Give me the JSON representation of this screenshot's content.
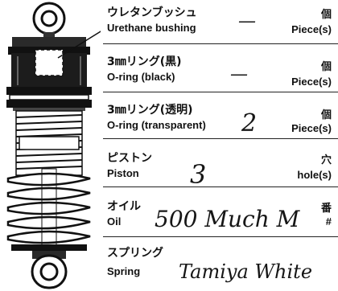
{
  "rows": [
    {
      "jp": "ウレタンブッシュ",
      "en": "Urethane bushing",
      "unit_jp": "個",
      "unit_en": "Piece(s)",
      "value": "—"
    },
    {
      "jp": "3㎜リング(黒)",
      "en": "O-ring (black)",
      "unit_jp": "個",
      "unit_en": "Piece(s)",
      "value": "—"
    },
    {
      "jp": "3㎜リング(透明)",
      "en": "O-ring (transparent)",
      "unit_jp": "個",
      "unit_en": "Piece(s)",
      "value": "2"
    },
    {
      "jp": "ピストン",
      "en": "Piston",
      "unit_jp": "穴",
      "unit_en": "hole(s)",
      "value": "3"
    },
    {
      "jp": "オイル",
      "en": "Oil",
      "unit_jp": "番",
      "unit_en": "#",
      "value": "500 Much M"
    },
    {
      "jp": "スプリング",
      "en": "Spring",
      "unit_jp": "",
      "unit_en": "",
      "value": "Tamiya White"
    }
  ]
}
